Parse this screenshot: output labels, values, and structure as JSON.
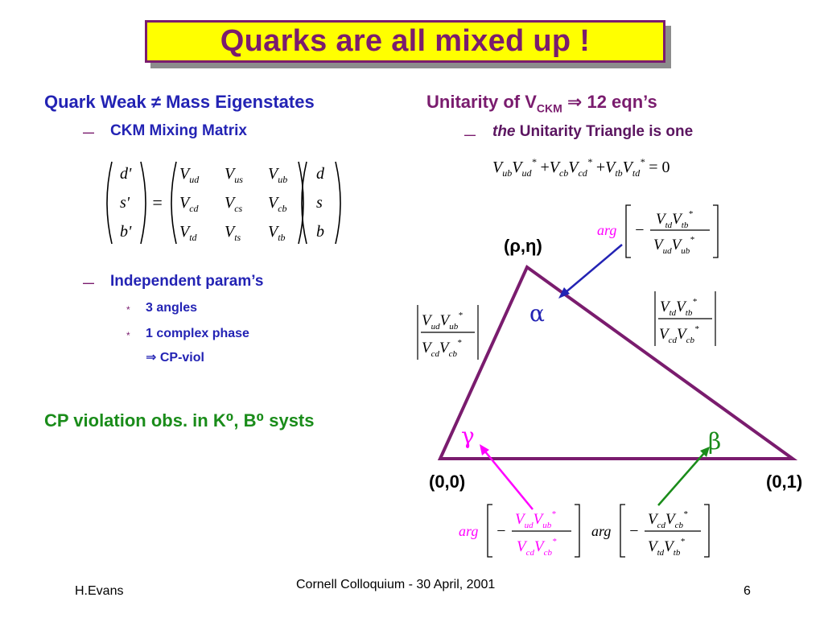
{
  "title": "Quarks are all mixed up !",
  "left": {
    "heading": "Quark Weak ≠ Mass Eigenstates",
    "ckm_label": "CKM Mixing Matrix",
    "matrix": {
      "lhs": [
        "d'",
        "s'",
        "b'"
      ],
      "ckm": [
        [
          "V",
          "ud"
        ],
        [
          "V",
          "us"
        ],
        [
          "V",
          "ub"
        ],
        [
          "V",
          "cd"
        ],
        [
          "V",
          "cs"
        ],
        [
          "V",
          "cb"
        ],
        [
          "V",
          "td"
        ],
        [
          "V",
          "ts"
        ],
        [
          "V",
          "tb"
        ]
      ],
      "rhs": [
        "d",
        "s",
        "b"
      ],
      "equals": "="
    },
    "params_label": "Independent param’s",
    "params": [
      "3 angles",
      "1 complex phase"
    ],
    "params_note": "⇒ CP-viol",
    "cp_violation": "CP violation obs. in K⁰, B⁰ systs"
  },
  "right": {
    "heading_pre": "Unitarity of V",
    "heading_sub": "CKM",
    "heading_post": " ⇒ 12 eqn’s",
    "triangle_label_italic": "the",
    "triangle_label": " Unitarity Triangle is one",
    "equation": "VubV*ud + VcbV*cd + VtbV*td = 0",
    "apex": "(ρ,η)",
    "origin": "(0,0)",
    "unit": "(0,1)",
    "alpha": "α",
    "beta": "β",
    "gamma": "γ",
    "arg_label": "arg",
    "colors": {
      "purple": "#7a1c6e",
      "blue": "#2323b4",
      "green": "#1a8c1a",
      "magenta": "#ff00ff",
      "yellow": "#ffff00"
    }
  },
  "footer": {
    "author": "H.Evans",
    "event": "Cornell Colloquium - 30 April, 2001",
    "page": "6"
  }
}
